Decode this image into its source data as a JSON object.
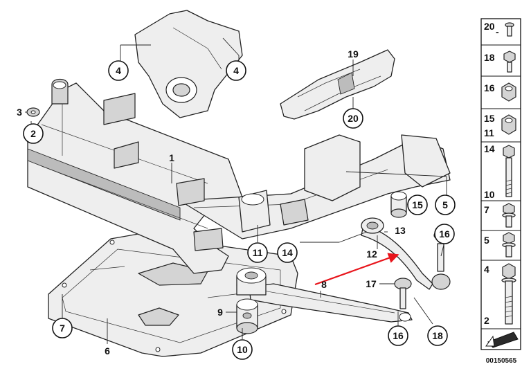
{
  "callouts": {
    "c1": "1",
    "c2": "2",
    "c3": "3",
    "c4a": "4",
    "c4b": "4",
    "c5": "5",
    "c6": "6",
    "c7": "7",
    "c8": "8",
    "c9": "9",
    "c10": "10",
    "c11": "11",
    "c12": "12",
    "c13": "13",
    "c14": "14",
    "c15": "15",
    "c16a": "16",
    "c16b": "16",
    "c17": "17",
    "c18": "18",
    "c19": "19",
    "c20": "20"
  },
  "legend": [
    {
      "labels": [
        "20"
      ]
    },
    {
      "labels": [
        "18"
      ]
    },
    {
      "labels": [
        "16"
      ]
    },
    {
      "labels": [
        "15",
        "11"
      ]
    },
    {
      "labels": [
        "14",
        "10"
      ]
    },
    {
      "labels": [
        "7"
      ]
    },
    {
      "labels": [
        "5"
      ]
    },
    {
      "labels": [
        "4",
        "2"
      ]
    }
  ],
  "doc_number": "00150565",
  "colors": {
    "highlight_arrow": "#e8141b"
  }
}
